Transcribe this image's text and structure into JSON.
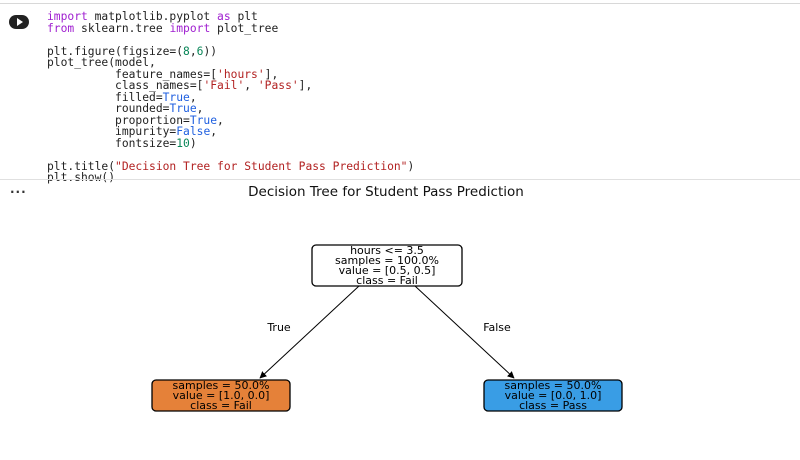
{
  "cell": {
    "run_button": "run-cell",
    "code_lines": [
      [
        {
          "t": "import",
          "c": "kw"
        },
        {
          "t": " matplotlib.pyplot ",
          "c": ""
        },
        {
          "t": "as",
          "c": "kw"
        },
        {
          "t": " plt",
          "c": ""
        }
      ],
      [
        {
          "t": "from",
          "c": "kw"
        },
        {
          "t": " sklearn.tree ",
          "c": ""
        },
        {
          "t": "import",
          "c": "kw"
        },
        {
          "t": " plot_tree",
          "c": ""
        }
      ],
      [],
      [
        {
          "t": "plt.figure(figsize=(",
          "c": ""
        },
        {
          "t": "8",
          "c": "num"
        },
        {
          "t": ",",
          "c": ""
        },
        {
          "t": "6",
          "c": "num"
        },
        {
          "t": "))",
          "c": ""
        }
      ],
      [
        {
          "t": "plot_tree(model,",
          "c": ""
        }
      ],
      [
        {
          "t": "          feature_names=[",
          "c": ""
        },
        {
          "t": "'hours'",
          "c": "str"
        },
        {
          "t": "],",
          "c": ""
        }
      ],
      [
        {
          "t": "          class_names=[",
          "c": ""
        },
        {
          "t": "'Fail'",
          "c": "str"
        },
        {
          "t": ", ",
          "c": ""
        },
        {
          "t": "'Pass'",
          "c": "str"
        },
        {
          "t": "],",
          "c": ""
        }
      ],
      [
        {
          "t": "          filled=",
          "c": ""
        },
        {
          "t": "True",
          "c": "bool"
        },
        {
          "t": ",",
          "c": ""
        }
      ],
      [
        {
          "t": "          rounded=",
          "c": ""
        },
        {
          "t": "True",
          "c": "bool"
        },
        {
          "t": ",",
          "c": ""
        }
      ],
      [
        {
          "t": "          proportion=",
          "c": ""
        },
        {
          "t": "True",
          "c": "bool"
        },
        {
          "t": ",",
          "c": ""
        }
      ],
      [
        {
          "t": "          impurity=",
          "c": ""
        },
        {
          "t": "False",
          "c": "bool"
        },
        {
          "t": ",",
          "c": ""
        }
      ],
      [
        {
          "t": "          fontsize=",
          "c": ""
        },
        {
          "t": "10",
          "c": "num"
        },
        {
          "t": ")",
          "c": ""
        }
      ],
      [],
      [
        {
          "t": "plt.title(",
          "c": ""
        },
        {
          "t": "\"Decision Tree for Student Pass Prediction\"",
          "c": "str"
        },
        {
          "t": ")",
          "c": ""
        }
      ],
      [
        {
          "t": "plt.show()",
          "c": ""
        }
      ]
    ]
  },
  "output": {
    "menu_label": "..."
  },
  "chart_data": {
    "type": "tree",
    "title": "Decision Tree for Student Pass Prediction",
    "nodes": [
      {
        "id": "root",
        "lines": [
          "hours <= 3.5",
          "samples = 100.0%",
          "value = [0.5, 0.5]",
          "class = Fail"
        ],
        "fill": "#ffffff"
      },
      {
        "id": "left",
        "lines": [
          "samples = 50.0%",
          "value = [1.0, 0.0]",
          "class = Fail"
        ],
        "fill": "#e58139"
      },
      {
        "id": "right",
        "lines": [
          "samples = 50.0%",
          "value = [0.0, 1.0]",
          "class = Pass"
        ],
        "fill": "#399de5"
      }
    ],
    "edges": [
      {
        "from": "root",
        "to": "left",
        "label": "True"
      },
      {
        "from": "root",
        "to": "right",
        "label": "False"
      }
    ]
  }
}
